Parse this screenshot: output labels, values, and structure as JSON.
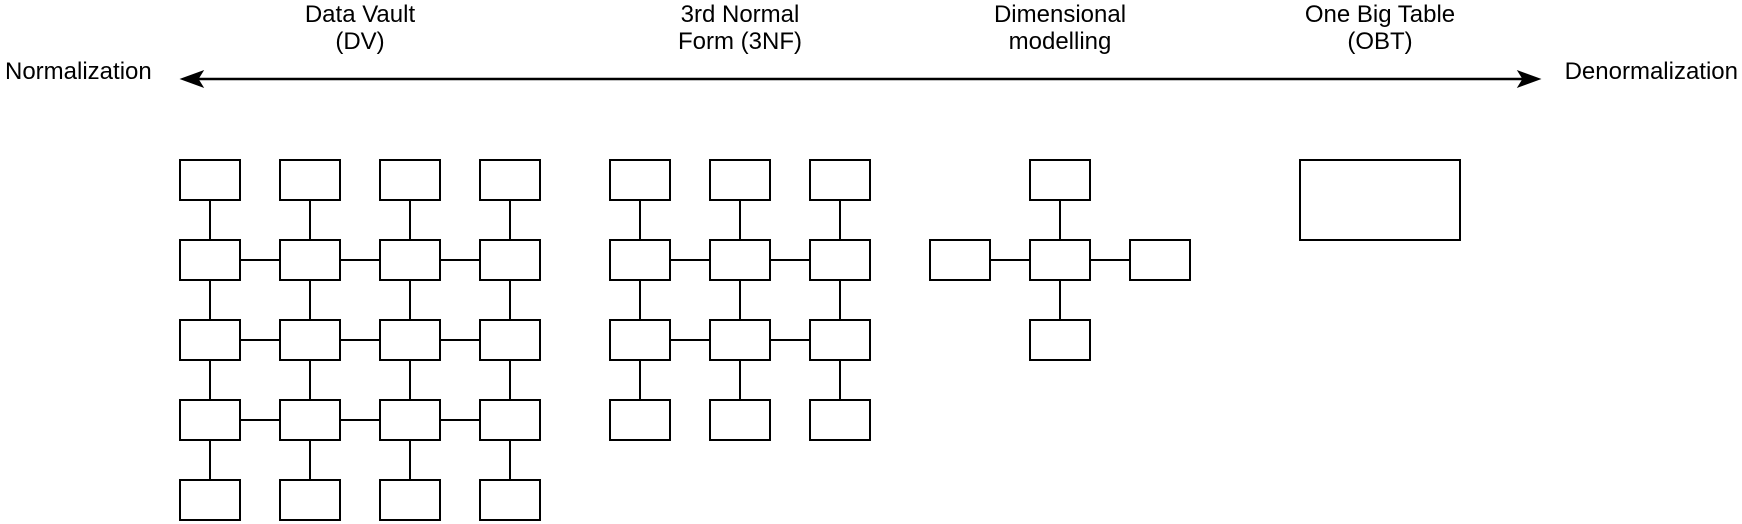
{
  "page": {
    "background": "#ffffff",
    "line_color": "#000000",
    "text_color": "#000000"
  },
  "spectrum": {
    "left_label": "Normalization",
    "right_label": "Denormalization"
  },
  "approaches": [
    {
      "id": "dv",
      "label_lines": [
        "Data Vault",
        "(DV)"
      ],
      "diagram": {
        "type": "grid",
        "rows": 5,
        "cols": 4,
        "h_link_rows": [
          1,
          2,
          3
        ],
        "box_count": 20
      }
    },
    {
      "id": "nf3",
      "label_lines": [
        "3rd Normal",
        "Form (3NF)"
      ],
      "diagram": {
        "type": "grid",
        "rows": 4,
        "cols": 3,
        "h_link_rows": [
          1,
          2
        ],
        "box_count": 12
      }
    },
    {
      "id": "dim",
      "label_lines": [
        "Dimensional",
        "modelling"
      ],
      "diagram": {
        "type": "star",
        "satellites": [
          "top",
          "left",
          "right",
          "bottom"
        ],
        "box_count": 5
      }
    },
    {
      "id": "obt",
      "label_lines": [
        "One Big Table",
        "(OBT)"
      ],
      "diagram": {
        "type": "single",
        "box_count": 1
      }
    }
  ]
}
